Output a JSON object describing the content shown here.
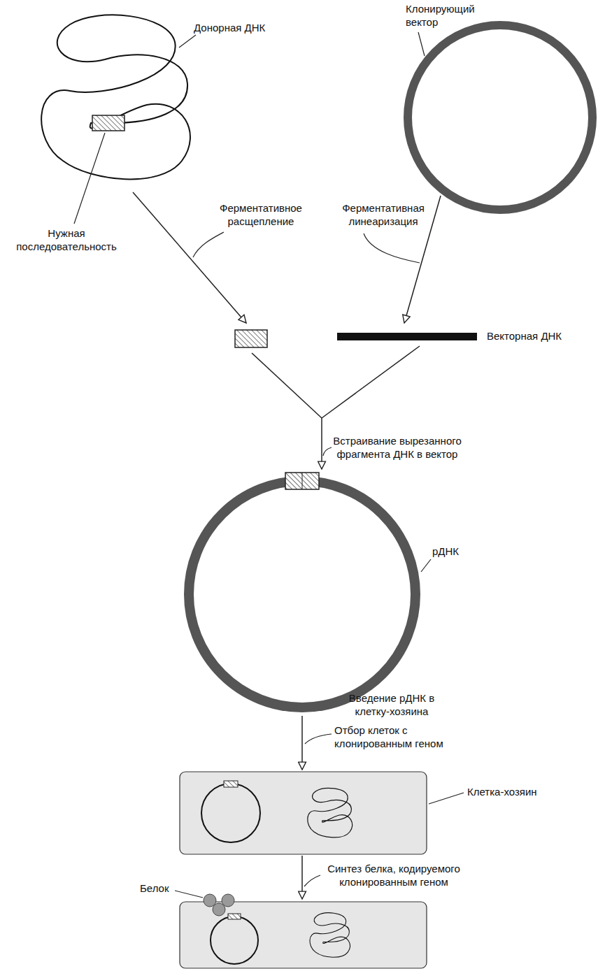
{
  "diagram": {
    "labels": [
      "Донорная ДНК",
      "Клонирующий вектор",
      "Нужная последовательность",
      "Ферментативное расщепление",
      "Ферментативная линеаризация",
      "Векторная ДНК",
      "Встраивание вырезанного фрагмента ДНК в вектор",
      "рДНК",
      "Введение рДНК в клетку-хозяина",
      "Отбор клеток с клонированным геном",
      "Клетка-хозяин",
      "Белок",
      "Синтез белка, кодируемого клонированным геном"
    ]
  }
}
